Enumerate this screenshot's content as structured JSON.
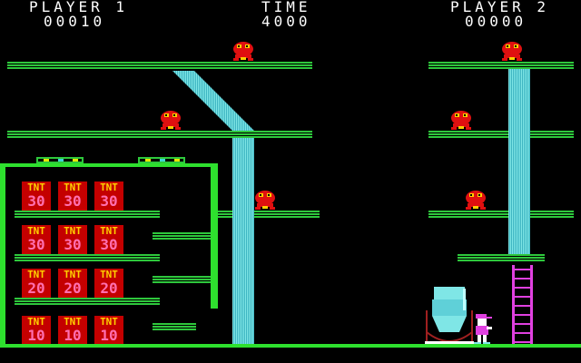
{
  "hud": {
    "player1_label": "PLAYER 1",
    "player1_score": "00010",
    "time_label": "TIME",
    "time_value": "4000",
    "player2_label": "PLAYER 2",
    "player2_score": "00000"
  },
  "tnt_crates": [
    {
      "label": "TNT",
      "value": "30"
    },
    {
      "label": "TNT",
      "value": "30"
    },
    {
      "label": "TNT",
      "value": "30"
    },
    {
      "label": "TNT",
      "value": "30"
    },
    {
      "label": "TNT",
      "value": "30"
    },
    {
      "label": "TNT",
      "value": "30"
    },
    {
      "label": "TNT",
      "value": "20"
    },
    {
      "label": "TNT",
      "value": "20"
    },
    {
      "label": "TNT",
      "value": "20"
    },
    {
      "label": "TNT",
      "value": "10"
    },
    {
      "label": "TNT",
      "value": "10"
    },
    {
      "label": "TNT",
      "value": "10"
    }
  ],
  "colors": {
    "background": "#000000",
    "girder": "#2ec83c",
    "ground": "#2ee02e",
    "pillar": "#7fe6e6",
    "tnt_box": "#c40000",
    "tnt_text": "#ffd000",
    "tnt_value": "#ff6fb0",
    "enemy": "#e01010",
    "ladder": "#e040e0",
    "player_shirt": "#e040e0"
  },
  "sprites": {
    "enemy": "red-bomb-creature-icon",
    "player": "miner-player-icon",
    "mixer": "cement-mixer-icon",
    "ladder": "ladder-icon"
  }
}
